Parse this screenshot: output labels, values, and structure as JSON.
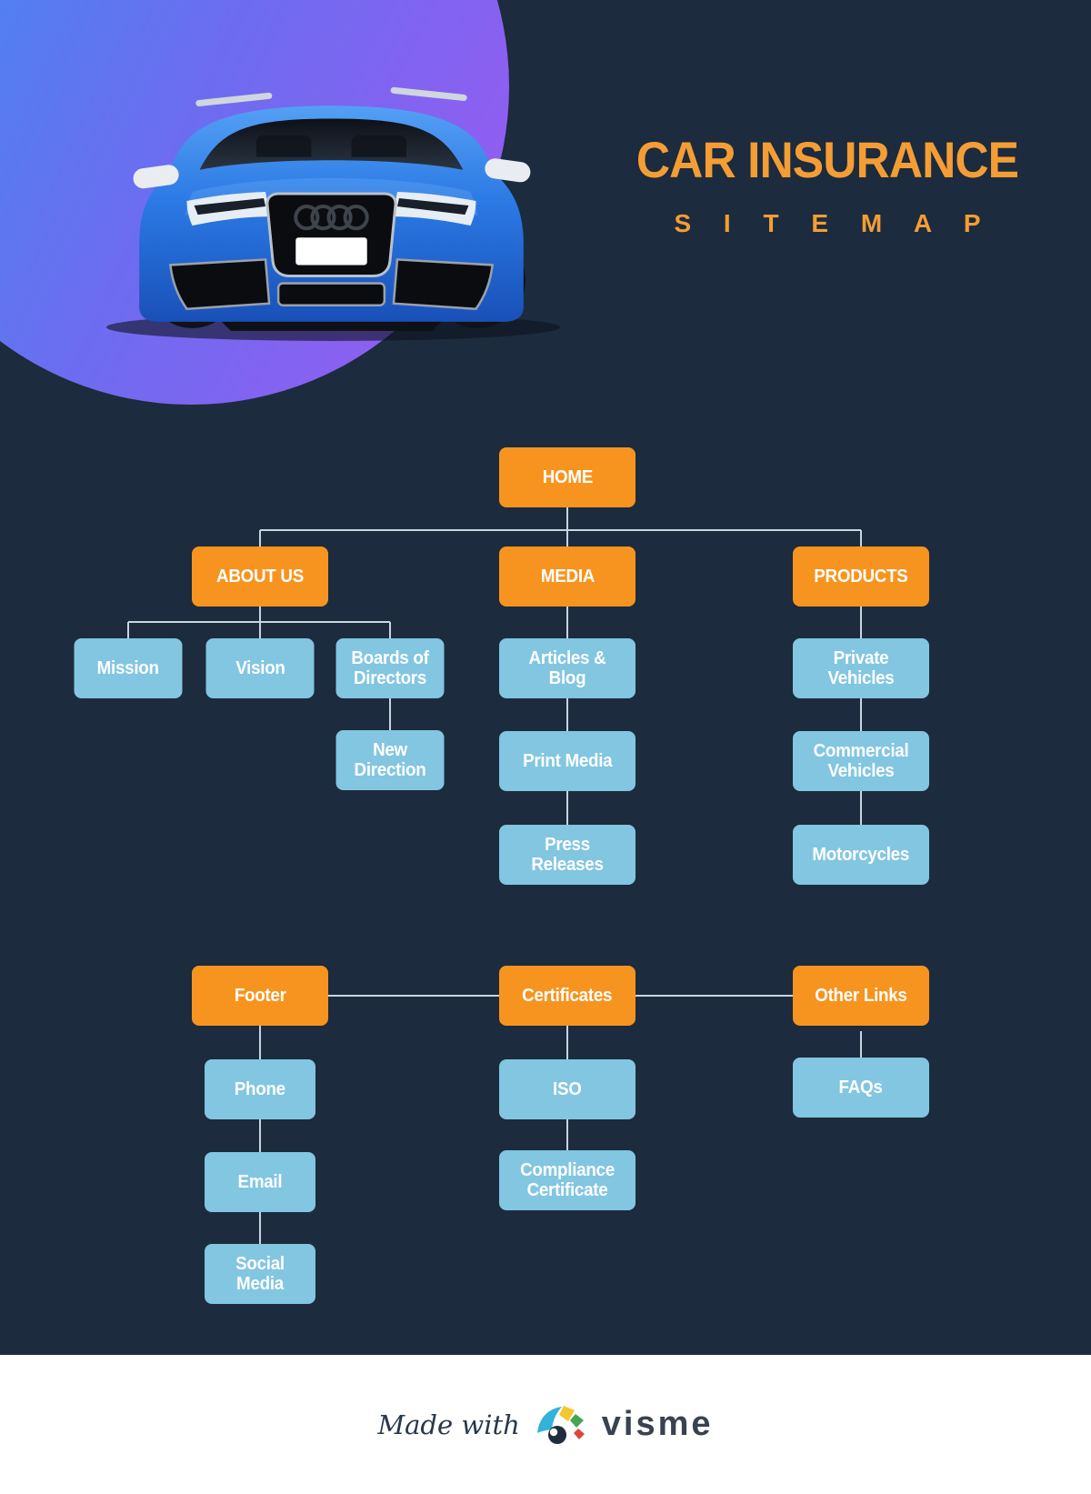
{
  "header": {
    "title": "CAR INSURANCE",
    "subtitle": "S I T E   M A P"
  },
  "nodes": {
    "home": {
      "label": "HOME"
    },
    "about_us": {
      "label": "ABOUT US"
    },
    "media": {
      "label": "MEDIA"
    },
    "products": {
      "label": "PRODUCTS"
    },
    "mission": {
      "label": "Mission"
    },
    "vision": {
      "label": "Vision"
    },
    "boards": {
      "label": "Boards of Directors"
    },
    "new_direction": {
      "label": "New Direction"
    },
    "articles_blog": {
      "label": "Articles & Blog"
    },
    "print_media": {
      "label": "Print Media"
    },
    "press_releases": {
      "label": "Press Releases"
    },
    "private_vehicles": {
      "label": "Private Vehicles"
    },
    "commercial_vehicles": {
      "label": "Commercial Vehicles"
    },
    "motorcycles": {
      "label": "Motorcycles"
    },
    "footer_section": {
      "label": "Footer"
    },
    "phone": {
      "label": "Phone"
    },
    "email": {
      "label": "Email"
    },
    "social_media": {
      "label": "Social Media"
    },
    "certificates": {
      "label": "Certificates"
    },
    "iso": {
      "label": "ISO"
    },
    "compliance": {
      "label": "Compliance Certificate"
    },
    "other_links": {
      "label": "Other Links"
    },
    "faqs": {
      "label": "FAQs"
    }
  },
  "edges": [
    [
      "HOME",
      "ABOUT US"
    ],
    [
      "HOME",
      "MEDIA"
    ],
    [
      "HOME",
      "PRODUCTS"
    ],
    [
      "ABOUT US",
      "Mission"
    ],
    [
      "ABOUT US",
      "Vision"
    ],
    [
      "ABOUT US",
      "Boards of Directors"
    ],
    [
      "Boards of Directors",
      "New Direction"
    ],
    [
      "MEDIA",
      "Articles & Blog"
    ],
    [
      "Articles & Blog",
      "Print Media"
    ],
    [
      "Print Media",
      "Press Releases"
    ],
    [
      "PRODUCTS",
      "Private Vehicles"
    ],
    [
      "Private Vehicles",
      "Commercial Vehicles"
    ],
    [
      "Commercial Vehicles",
      "Motorcycles"
    ],
    [
      "Footer",
      "Certificates"
    ],
    [
      "Certificates",
      "Other Links"
    ],
    [
      "Footer",
      "Phone"
    ],
    [
      "Phone",
      "Email"
    ],
    [
      "Email",
      "Social Media"
    ],
    [
      "Certificates",
      "ISO"
    ],
    [
      "ISO",
      "Compliance Certificate"
    ],
    [
      "Other Links",
      "FAQs"
    ]
  ],
  "colors": {
    "background": "#1c2b3d",
    "node_orange": "#f7941f",
    "node_blue": "#82c6e1",
    "connector": "#c9d5e1",
    "title_orange": "#f49d35",
    "footer_background": "#ffffff",
    "car_body_blue": "#2b79e4",
    "circle_gradient_blue": "#3f8df2",
    "circle_gradient_purple": "#9c59f2"
  },
  "icons": {
    "car": "car-illustration",
    "visme_logo": "visme-logo-icon"
  },
  "footer": {
    "made_with": "Made with",
    "brand": "visme"
  }
}
